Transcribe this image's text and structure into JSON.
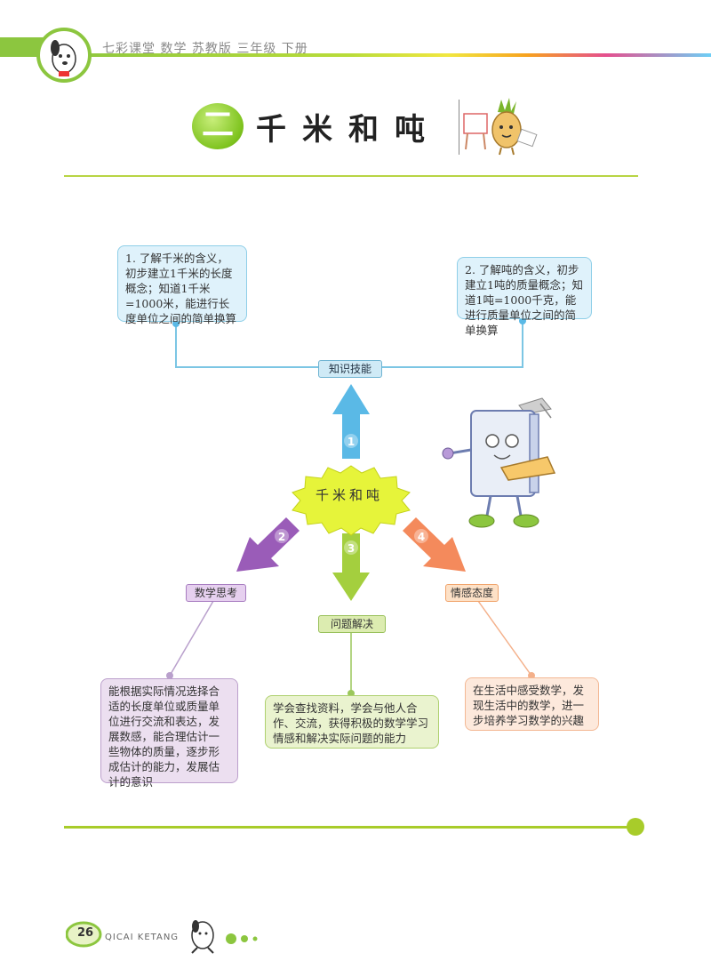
{
  "header": {
    "title": "七彩课堂  数学  苏教版  三年级  下册",
    "bar_colors": [
      "#8cc63f",
      "#f1e740",
      "#f7a21e",
      "#e54f8e",
      "#6dcff6"
    ]
  },
  "chapter": {
    "number": "二",
    "title": "千米和吨"
  },
  "mindmap": {
    "center": "千米和吨",
    "branches": [
      {
        "num": "1",
        "label": "知识技能",
        "color": "#5ab9e6"
      },
      {
        "num": "2",
        "label": "数学思考",
        "color": "#9a5cb8"
      },
      {
        "num": "3",
        "label": "问题解决",
        "color": "#a4cf3e"
      },
      {
        "num": "4",
        "label": "情感态度",
        "color": "#f48a5c"
      }
    ],
    "boxes": {
      "km": "1. 了解千米的含义，初步建立1千米的长度概念；知道1千米=1000米，能进行长度单位之间的简单换算",
      "ton": "2. 了解吨的含义，初步建立1吨的质量概念；知道1吨=1000千克，能进行质量单位之间的简单换算",
      "thinking": "能根据实际情况选择合适的长度单位或质量单位进行交流和表达，发展数感，能合理估计一些物体的质量，逐步形成估计的能力，发展估计的意识",
      "problem": "学会查找资料，学会与他人合作、交流，获得积极的数学学习情感和解决实际问题的能力",
      "attitude": "在生活中感受数学，发现生活中的数学，进一步培养学习数学的兴趣"
    }
  },
  "footer": {
    "page_number": "26",
    "brand": "QICAI KETANG"
  }
}
